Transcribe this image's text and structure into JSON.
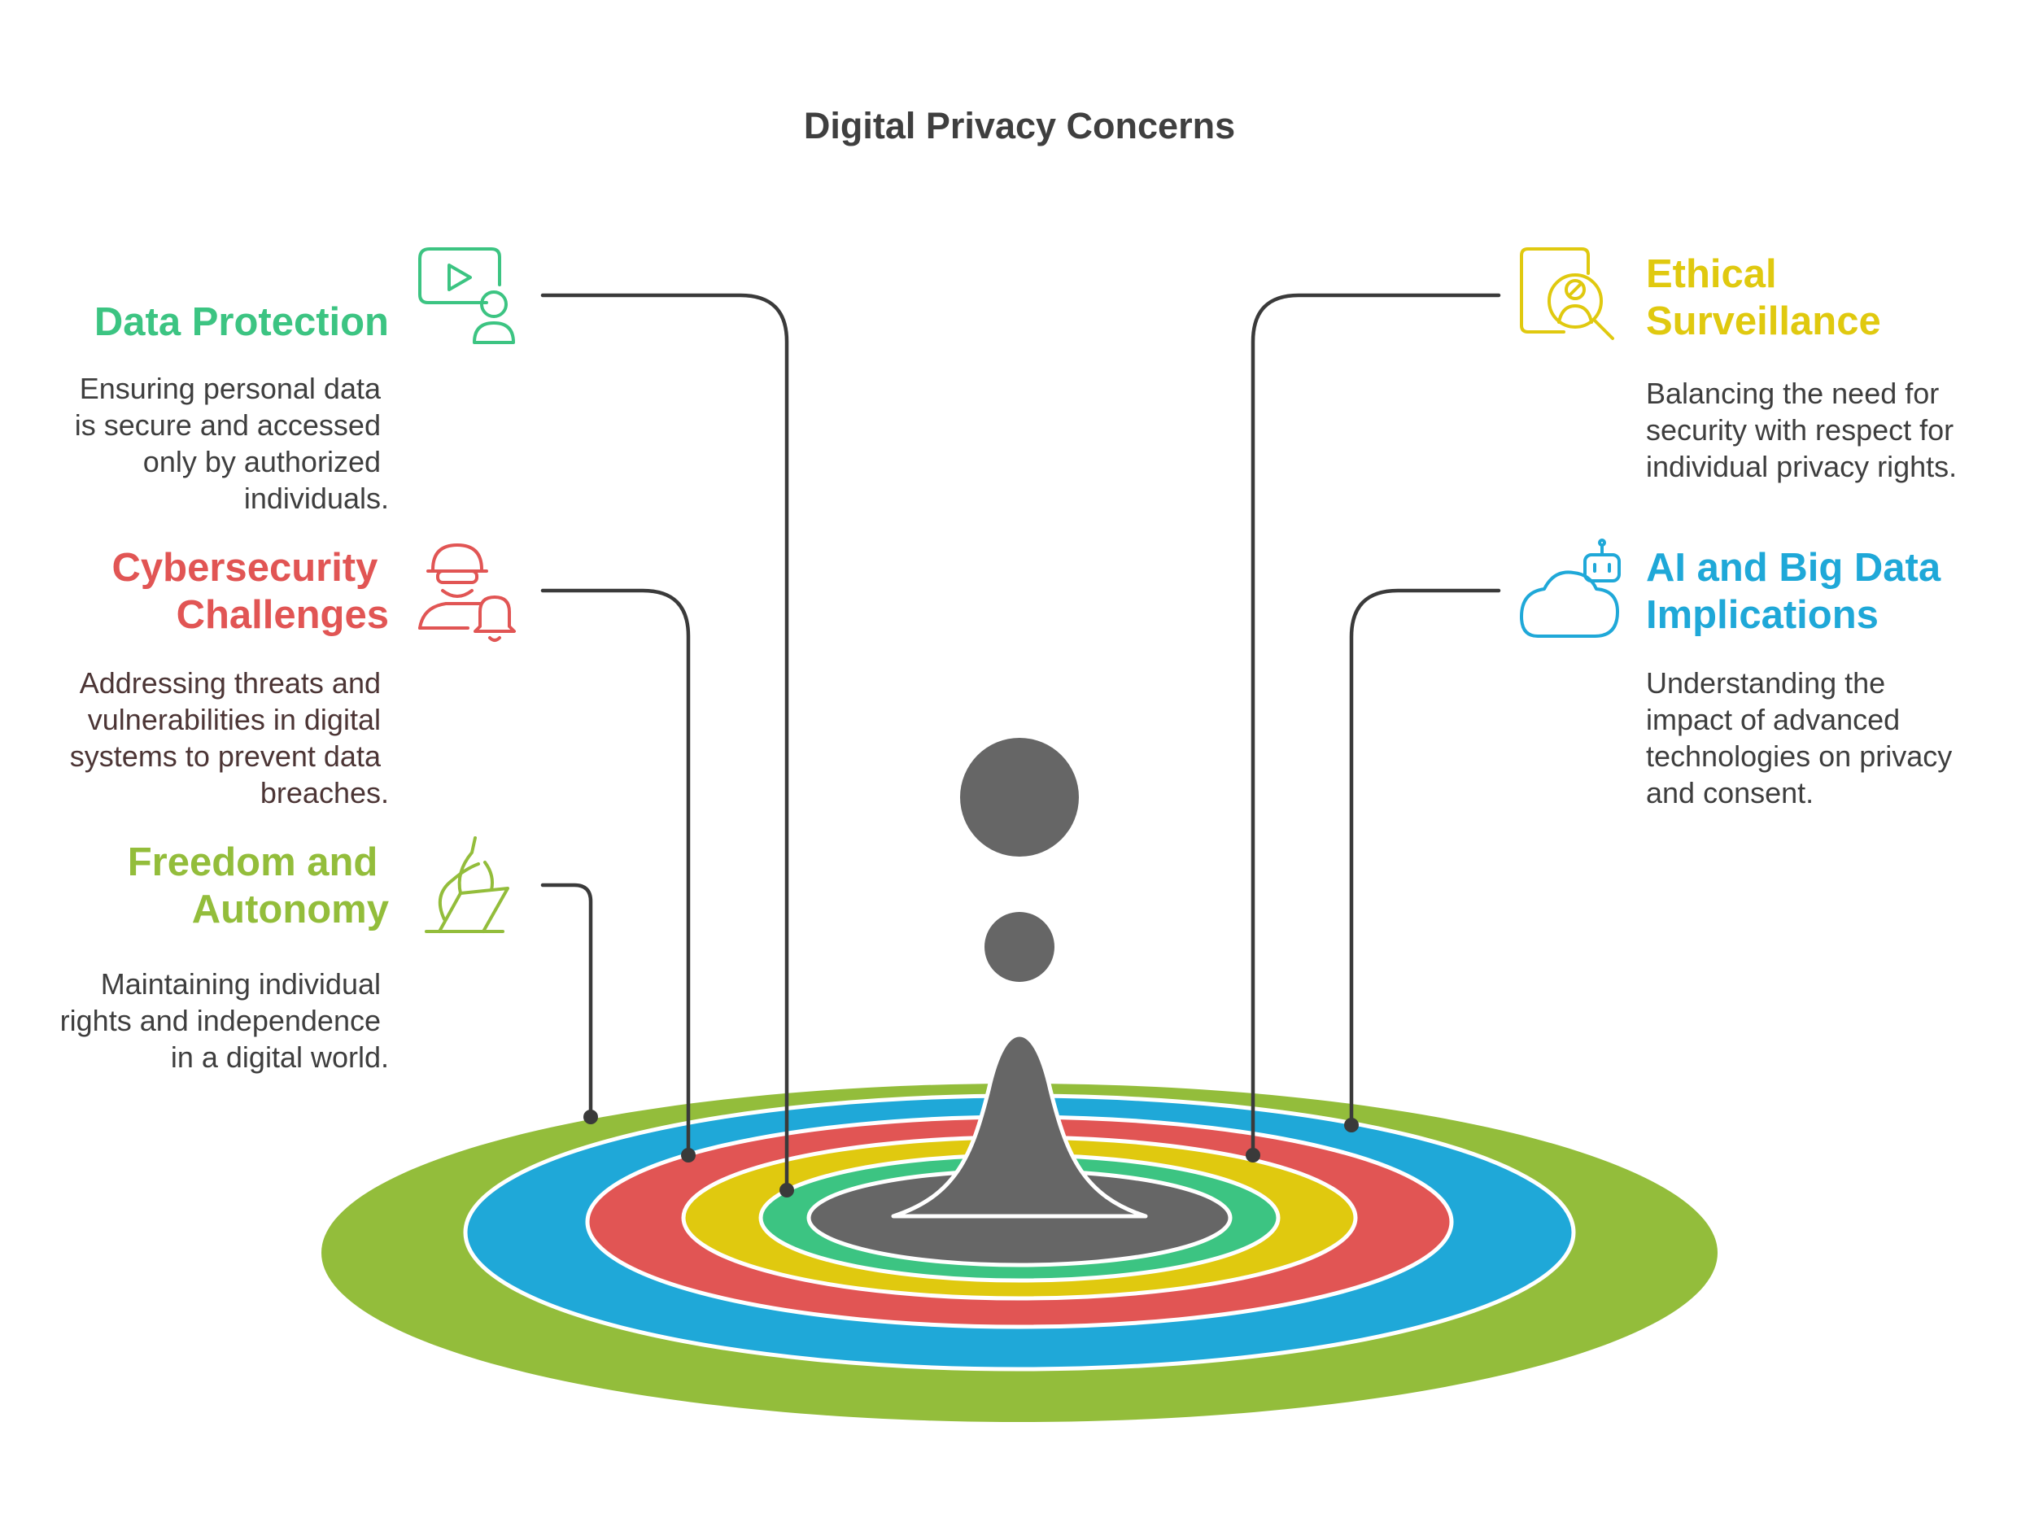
{
  "title": "Digital Privacy Concerns",
  "colors": {
    "green_outer": "#93bd3b",
    "blue": "#1fa8d8",
    "red": "#e15554",
    "yellow": "#e0c90f",
    "green_inner": "#3cc482",
    "center": "#666666",
    "connector": "#3a3a3a",
    "text": "#3e3e3e"
  },
  "items": {
    "data_protection": {
      "heading": [
        "Data Protection"
      ],
      "description": [
        "Ensuring personal data",
        "is secure and accessed",
        "only by authorized",
        "individuals."
      ],
      "color": "#3cc482",
      "icon": "video-user-icon"
    },
    "cybersecurity": {
      "heading": [
        "Cybersecurity",
        "Challenges"
      ],
      "description": [
        "Addressing threats and",
        "vulnerabilities in digital",
        "systems to prevent data",
        "breaches."
      ],
      "color": "#e15554",
      "icon": "hacker-alert-icon"
    },
    "freedom": {
      "heading": [
        "Freedom and",
        "Autonomy"
      ],
      "description": [
        "Maintaining individual",
        "rights and independence",
        "in a digital world."
      ],
      "color": "#93bd3b",
      "icon": "hand-freedom-icon"
    },
    "ethical_surveillance": {
      "heading": [
        "Ethical",
        "Surveillance"
      ],
      "description": [
        "Balancing the need for",
        "security with respect for",
        "individual privacy rights."
      ],
      "color": "#e0c90f",
      "icon": "surveillance-magnifier-icon"
    },
    "ai_big_data": {
      "heading": [
        "AI and Big Data",
        "Implications"
      ],
      "description": [
        "Understanding the",
        "impact of advanced",
        "technologies on privacy",
        "and consent."
      ],
      "color": "#1fa8d8",
      "icon": "cloud-robot-icon"
    }
  }
}
